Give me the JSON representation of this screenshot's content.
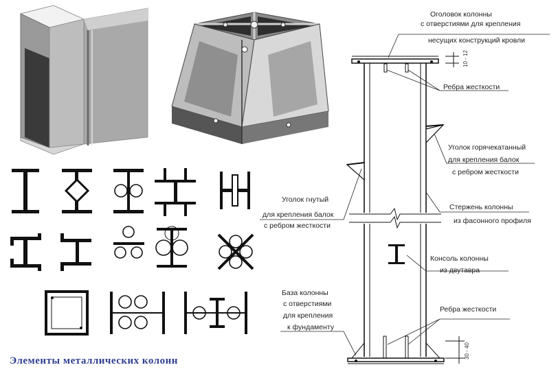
{
  "caption": "Элементы металлических колонн",
  "labels": {
    "cap": [
      "Оголовок колонны",
      "с отверстиями для крепления",
      "несущих конструкций кровли"
    ],
    "ribs_top": [
      "Ребра жесткости"
    ],
    "angle_hot": [
      "Уголок горячекатанный",
      "для крепления балок",
      "с ребром жесткости"
    ],
    "angle_bent": [
      "Уголок гнутый",
      "для крепления балок",
      "с ребром жесткости"
    ],
    "rod": [
      "Стержень колонны",
      "из фасонного профиля"
    ],
    "console": [
      "Консоль колонны",
      "из двутавра"
    ],
    "base": [
      "База колонны",
      "с отверстиями",
      "для крепления",
      "к фундаменту"
    ],
    "ribs_bottom": [
      "Ребра жесткости"
    ]
  },
  "dimensions": {
    "top": "10 - 12",
    "bottom": "30 - 40"
  },
  "colors": {
    "caption": "#2e3f8f",
    "steel_light": "#c9c9c9",
    "steel_dark": "#5a5a5a"
  }
}
